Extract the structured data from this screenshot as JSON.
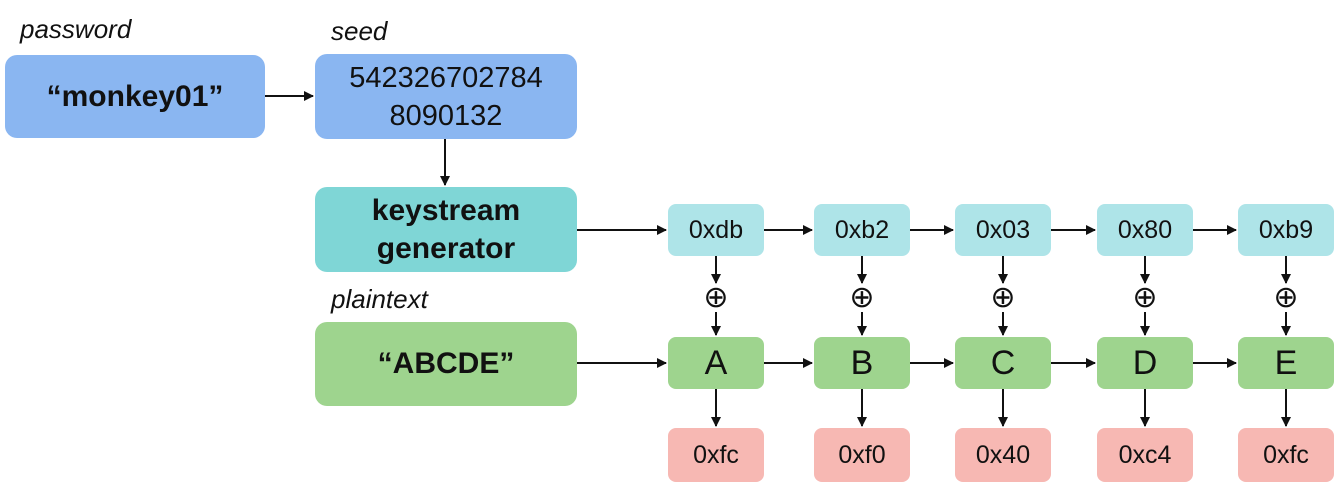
{
  "labels": {
    "password": "password",
    "seed": "seed",
    "plaintext": "plaintext"
  },
  "password_box": "“monkey01”",
  "seed_box": {
    "line1": "542326702784",
    "line2": "8090132"
  },
  "generator_box": {
    "line1": "keystream",
    "line2": "generator"
  },
  "plaintext_box": "“ABCDE”",
  "xor_symbol": "⊕",
  "keystream": [
    "0xdb",
    "0xb2",
    "0x03",
    "0x80",
    "0xb9"
  ],
  "plaintext_chars": [
    "A",
    "B",
    "C",
    "D",
    "E"
  ],
  "ciphertext": [
    "0xfc",
    "0xf0",
    "0x40",
    "0xc4",
    "0xfc"
  ],
  "colors": {
    "password_seed": "#8ab6f1",
    "generator": "#7fd6d6",
    "keystream_bytes": "#aee4e8",
    "plaintext": "#9ed48e",
    "ciphertext": "#f7b8b3"
  }
}
